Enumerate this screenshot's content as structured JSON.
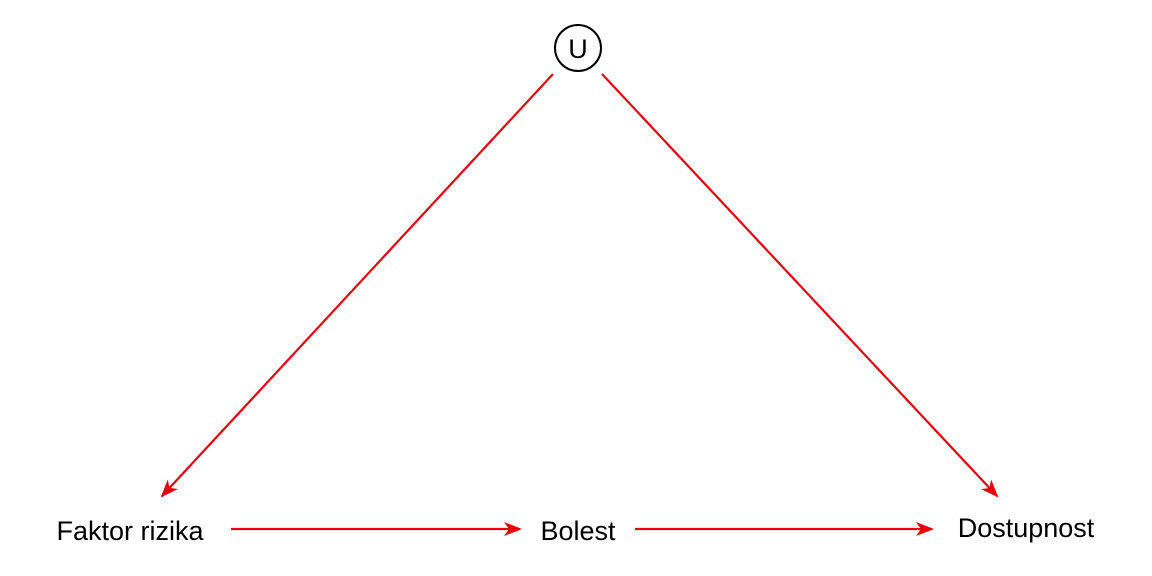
{
  "diagram": {
    "nodes": [
      {
        "id": "u",
        "label": "U",
        "circled": true
      },
      {
        "id": "faktor",
        "label": "Faktor rizika"
      },
      {
        "id": "bolest",
        "label": "Bolest"
      },
      {
        "id": "dostupnost",
        "label": "Dostupnost"
      }
    ],
    "edges": [
      {
        "from": "U",
        "to": "Faktor rizika"
      },
      {
        "from": "U",
        "to": "Dostupnost"
      },
      {
        "from": "Faktor rizika",
        "to": "Bolest"
      },
      {
        "from": "Bolest",
        "to": "Dostupnost"
      }
    ],
    "edge_color": "#e8000b",
    "node_color": "#000000"
  }
}
